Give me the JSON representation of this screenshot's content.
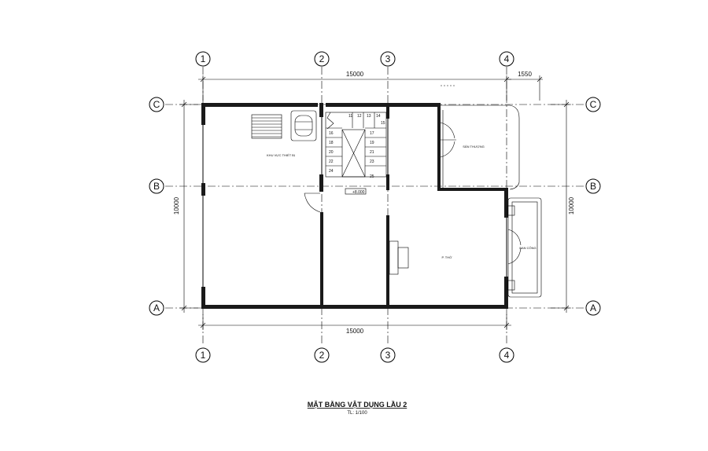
{
  "grid": {
    "columns": [
      "1",
      "2",
      "3",
      "4"
    ],
    "rows": [
      "C",
      "B",
      "A"
    ]
  },
  "dimensions": {
    "top_overall": "15000",
    "top_extra": "1550",
    "bottom_overall": "15000",
    "left_height": "10000",
    "right_height": "10000"
  },
  "rooms": {
    "work_area": "KHU VỰC THIẾT BỊ",
    "roof_garden": "SÂN THƯỢNG",
    "study": "P. THỜ",
    "balcony": "BAN CÔNG"
  },
  "stairs": {
    "steps": [
      "11",
      "12",
      "13",
      "14",
      "15",
      "16",
      "17",
      "18",
      "19",
      "20",
      "21",
      "22",
      "23",
      "24",
      "25"
    ],
    "level": "+8.000"
  },
  "title": {
    "main": "MẶT BẰNG VẬT DỤNG LẦU 2",
    "scale": "TL: 1/100"
  }
}
